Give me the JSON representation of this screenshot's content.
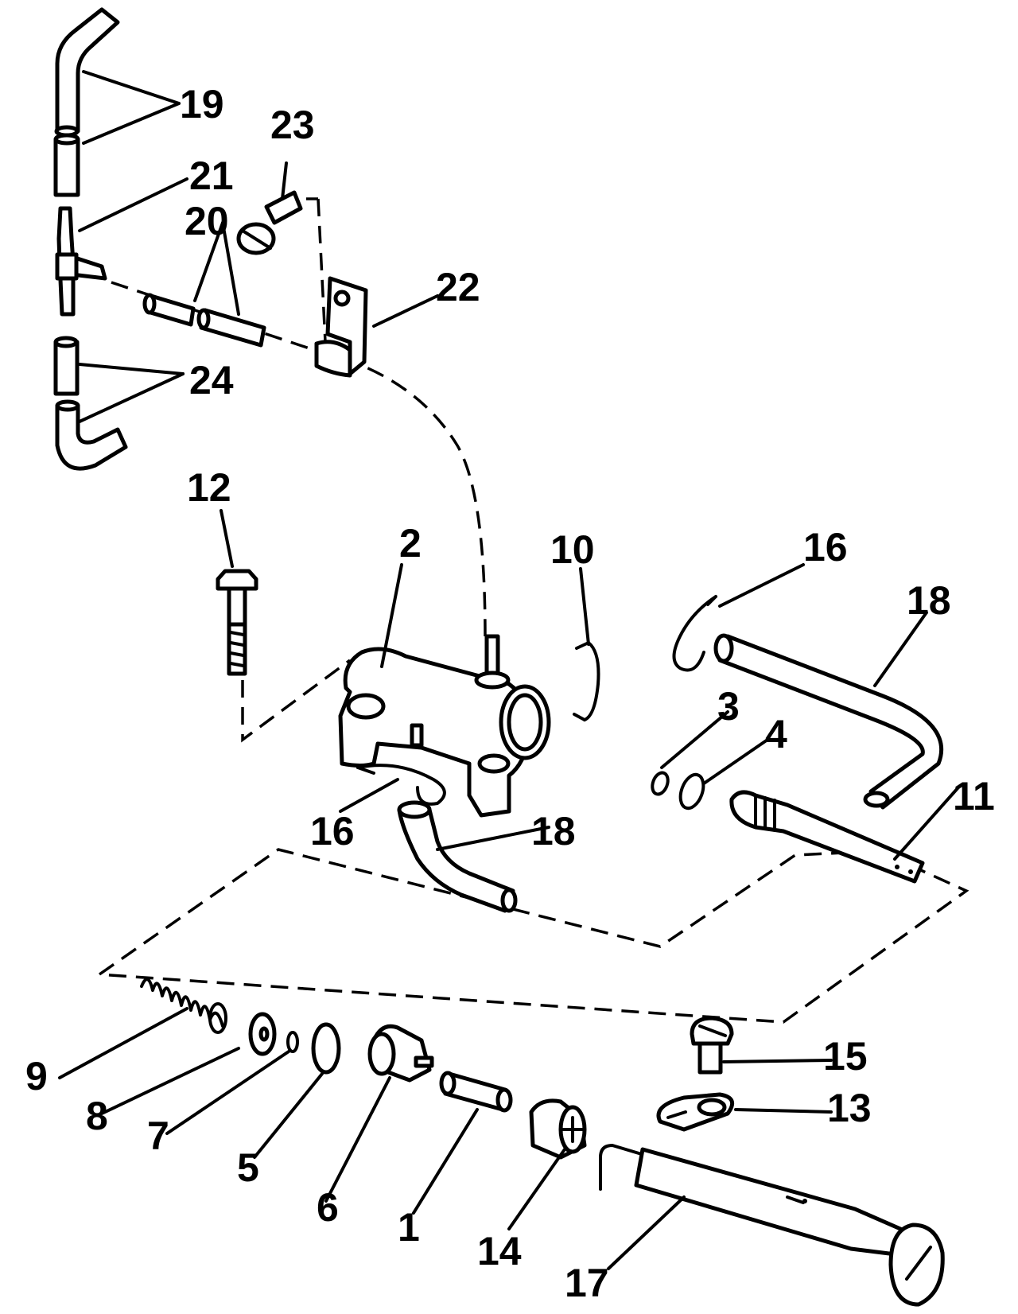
{
  "callouts": {
    "c1": "1",
    "c2": "2",
    "c3": "3",
    "c4": "4",
    "c5": "5",
    "c6": "6",
    "c7": "7",
    "c8": "8",
    "c9": "9",
    "c10": "10",
    "c11": "11",
    "c12": "12",
    "c13": "13",
    "c14": "14",
    "c15": "15",
    "c16a": "16",
    "c16b": "16",
    "c17": "17",
    "c18a": "18",
    "c18b": "18",
    "c19": "19",
    "c20": "20",
    "c21": "21",
    "c22": "22",
    "c23": "23",
    "c24": "24"
  },
  "colors": {
    "line": "#000000",
    "background": "#ffffff"
  }
}
